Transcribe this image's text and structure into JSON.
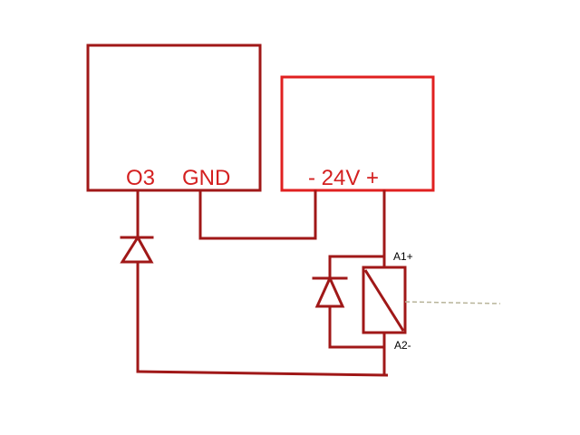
{
  "labels": {
    "output": "O3",
    "ground": "GND",
    "supply": "- 24V +",
    "coil_positive": "A1+",
    "coil_negative": "A2-"
  },
  "colors": {
    "wire": "#a01818",
    "label_text": "#d42020",
    "supply_box": "#e02020",
    "small_label_text": "#000000",
    "dashed_line": "#b8b49a"
  },
  "components": {
    "controller_box": "controller-module",
    "power_supply_box": "24v-power-supply",
    "output_diode": "flyback-diode",
    "relay_diode": "freewheeling-diode",
    "relay_coil": "relay-coil"
  }
}
